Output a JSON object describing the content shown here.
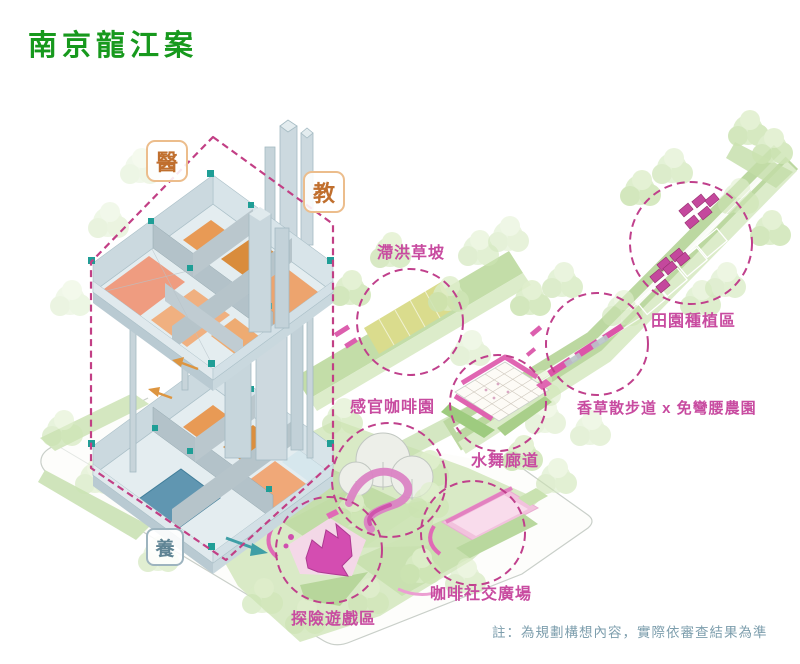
{
  "page": {
    "title": "南京龍江案",
    "note": "註：為規劃構想內容，實際依審查結果為準"
  },
  "zone_tags": [
    {
      "id": "medical",
      "label": "醫"
    },
    {
      "id": "education",
      "label": "教"
    },
    {
      "id": "care",
      "label": "養"
    }
  ],
  "annotations": [
    {
      "id": "flood-slope",
      "label": "滯洪草坡"
    },
    {
      "id": "field-planting",
      "label": "田園種植區"
    },
    {
      "id": "herb-walk",
      "label": "香草散步道 x 免彎腰農園"
    },
    {
      "id": "sensory-coffee",
      "label": "感官咖啡園"
    },
    {
      "id": "water-corridor",
      "label": "水舞廊道"
    },
    {
      "id": "coffee-plaza",
      "label": "咖啡社交廣場"
    },
    {
      "id": "adventure-play",
      "label": "探險遊戲區"
    }
  ],
  "colors": {
    "title_green": "#17991d",
    "annotation_pink": "#c84ba0",
    "dashed_outline": "#c23f85",
    "tag_orange": "#c06f2e",
    "tag_teal": "#5f8494",
    "note_gray": "#7d9ead",
    "floor_orange": "#e8964f",
    "accent_teal": "#1f9e96"
  }
}
